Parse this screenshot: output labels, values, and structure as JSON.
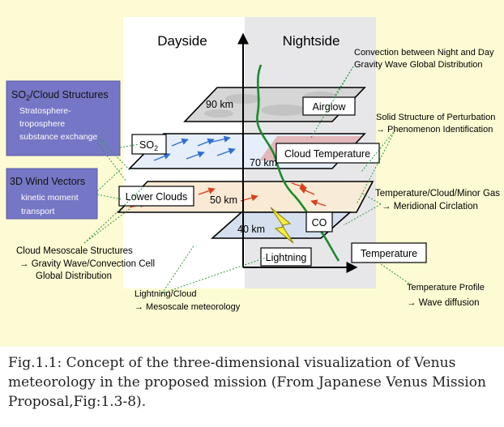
{
  "figure": {
    "colors": {
      "background": "#fdfbd3",
      "dayside": "#ffffff",
      "nightside": "#e7e7ea",
      "panel": "#7676c6",
      "leader": "#2e9a3e",
      "wind": "#2f6fd0",
      "wind_red": "#d8401c",
      "green_line": "#1c8a2c",
      "lightning": "#f5ee3a"
    },
    "dayside_label": "Dayside",
    "nightside_label": "Nightside",
    "altitudes": {
      "a90": "90 km",
      "a70": "70 km",
      "a50": "50 km",
      "a40": "40 km"
    },
    "boxes": {
      "airglow": "Airglow",
      "so2_main": "SO",
      "so2_sub": "2",
      "cloud_temp": "Cloud Temperature",
      "lower_clouds": "Lower Clouds",
      "co": "CO",
      "lightning": "Lightning",
      "temperature": "Temperature"
    },
    "panels": {
      "so2_title_main": "SO",
      "so2_title_sub": "2",
      "so2_title_rest": "/Cloud Structures",
      "so2_line1": "Stratosphere-",
      "so2_line2": "troposphere",
      "so2_line3": "substance exchange",
      "wind_title": "3D Wind Vectors",
      "wind_line1": "kinetic moment",
      "wind_line2": "transport"
    },
    "notes": {
      "convection_line1": "Convection between Night and Day",
      "convection_line2": "Gravity Wave Global Distribution",
      "solid_line1": "Solid Structure of Perturbation",
      "solid_line2": "→ Phenomenon Identification",
      "temp_gas_line1": "Temperature/Cloud/Minor Gas",
      "temp_gas_line2": "→ Meridional Circlation",
      "mesoscale_line1": "Cloud Mesoscale Structures",
      "mesoscale_line2": "→  Gravity Wave/Convection Cell",
      "mesoscale_line3": "Global Distribution",
      "lightning_line1": "Lightning/Cloud",
      "lightning_line2": "→ Mesoscale meteorology",
      "profile_line1": "Temperature Profile",
      "profile_line2": "→ Wave diffusion"
    }
  },
  "caption": {
    "line1": "Fig.1.1: Concept of the three-dimensional visualization of Venus",
    "line2": "meteorology in the proposed mission (From Japanese Venus Mission",
    "line3": "Proposal,Fig:1.3-8)."
  }
}
